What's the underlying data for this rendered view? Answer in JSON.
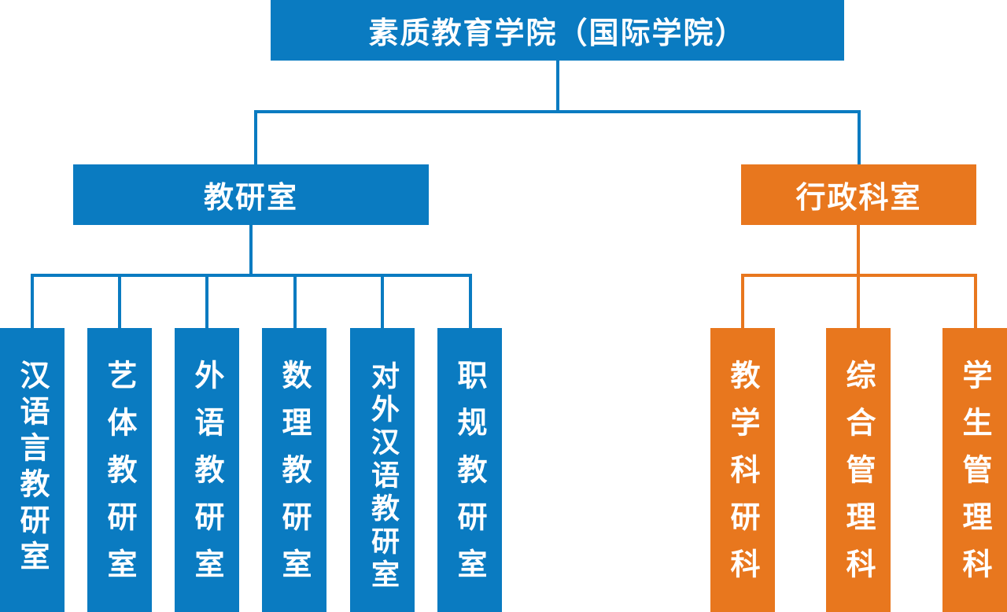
{
  "root": {
    "label": "素质教育学院（国际学院）"
  },
  "branches": [
    {
      "label": "教研室",
      "color": "#0A7BC1",
      "children": [
        "汉语言教研室",
        "艺体教研室",
        "外语教研室",
        "数理教研室",
        "对外汉语教研室",
        "职规教研室"
      ]
    },
    {
      "label": "行政科室",
      "color": "#E8771E",
      "children": [
        "教学科研科",
        "综合管理科",
        "学生管理科"
      ]
    }
  ]
}
